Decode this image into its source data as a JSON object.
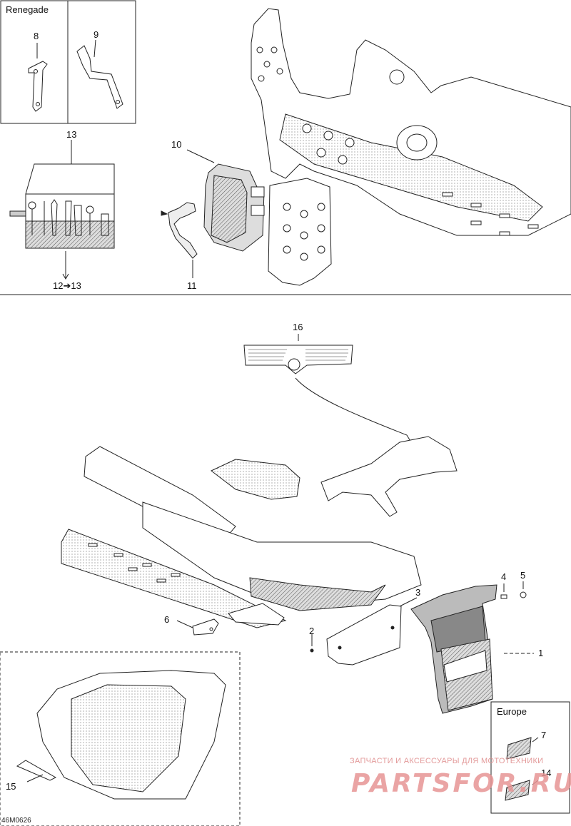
{
  "boxes": {
    "renegade": "Renegade",
    "europe": "Europe"
  },
  "callouts": {
    "c1": "1",
    "c2": "2",
    "c3": "3",
    "c4": "4",
    "c5": "5",
    "c6": "6",
    "c7": "7",
    "c8": "8",
    "c9": "9",
    "c10": "10",
    "c11": "11",
    "c12_13": "12➔13",
    "c13": "13",
    "c14": "14",
    "c15": "15",
    "c16": "16"
  },
  "watermark": {
    "line1": "ЗАПЧАСТИ И АКСЕССУАРЫ ДЛЯ МОТОТЕХНИКИ",
    "line2": "PARTSFOR.RU"
  },
  "figure_code": "46M0626"
}
